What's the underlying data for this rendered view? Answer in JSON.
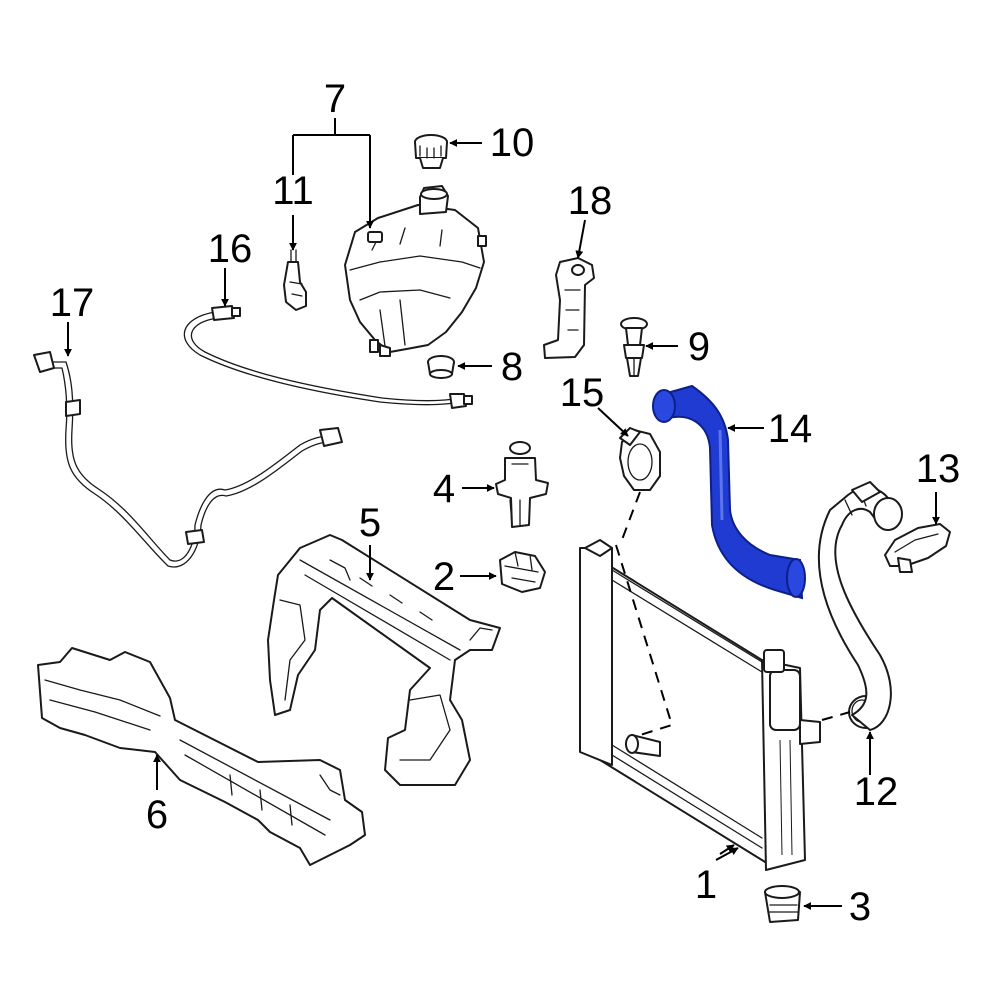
{
  "colors": {
    "highlight": "#1f3bd1",
    "highlight_dark": "#0d1f8a",
    "line": "#1a1a1a",
    "background": "#ffffff"
  },
  "callouts": {
    "c1": "1",
    "c2": "2",
    "c3": "3",
    "c4": "4",
    "c5": "5",
    "c6": "6",
    "c7": "7",
    "c8": "8",
    "c9": "9",
    "c10": "10",
    "c11": "11",
    "c12": "12",
    "c13": "13",
    "c14": "14",
    "c15": "15",
    "c16": "16",
    "c17": "17",
    "c18": "18"
  }
}
